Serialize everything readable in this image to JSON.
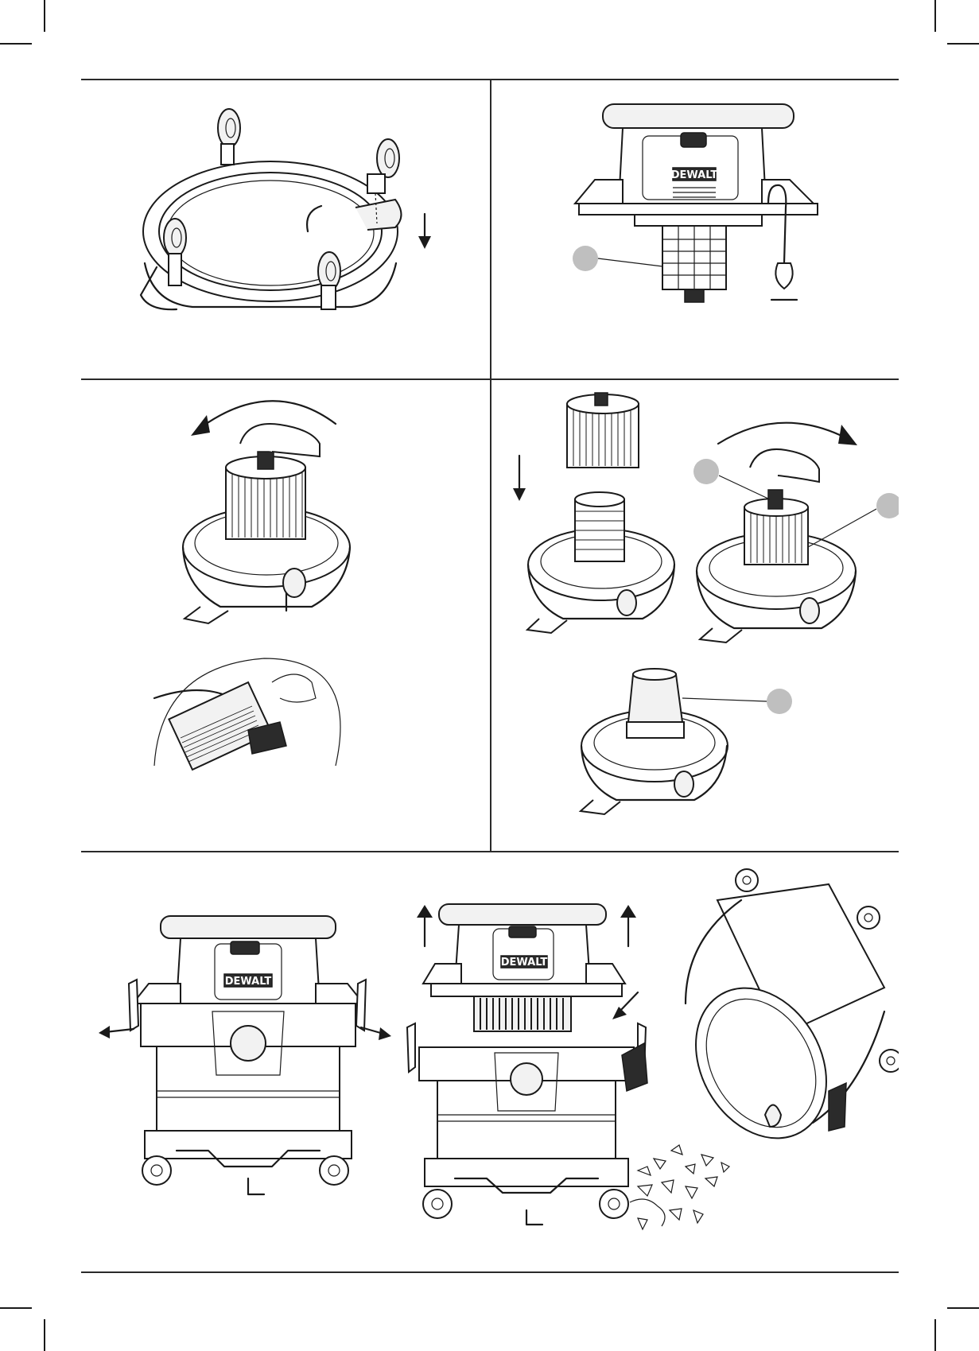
{
  "figures": {
    "motor_head": {
      "brand_badge": "DEWALT"
    },
    "tank_front": {
      "brand_badge": "DEWALT"
    },
    "tank_lift": {
      "brand_badge": "DEWALT"
    }
  },
  "callout_marker_color": "#bfbfbf",
  "line_color": "#1a1a1a"
}
